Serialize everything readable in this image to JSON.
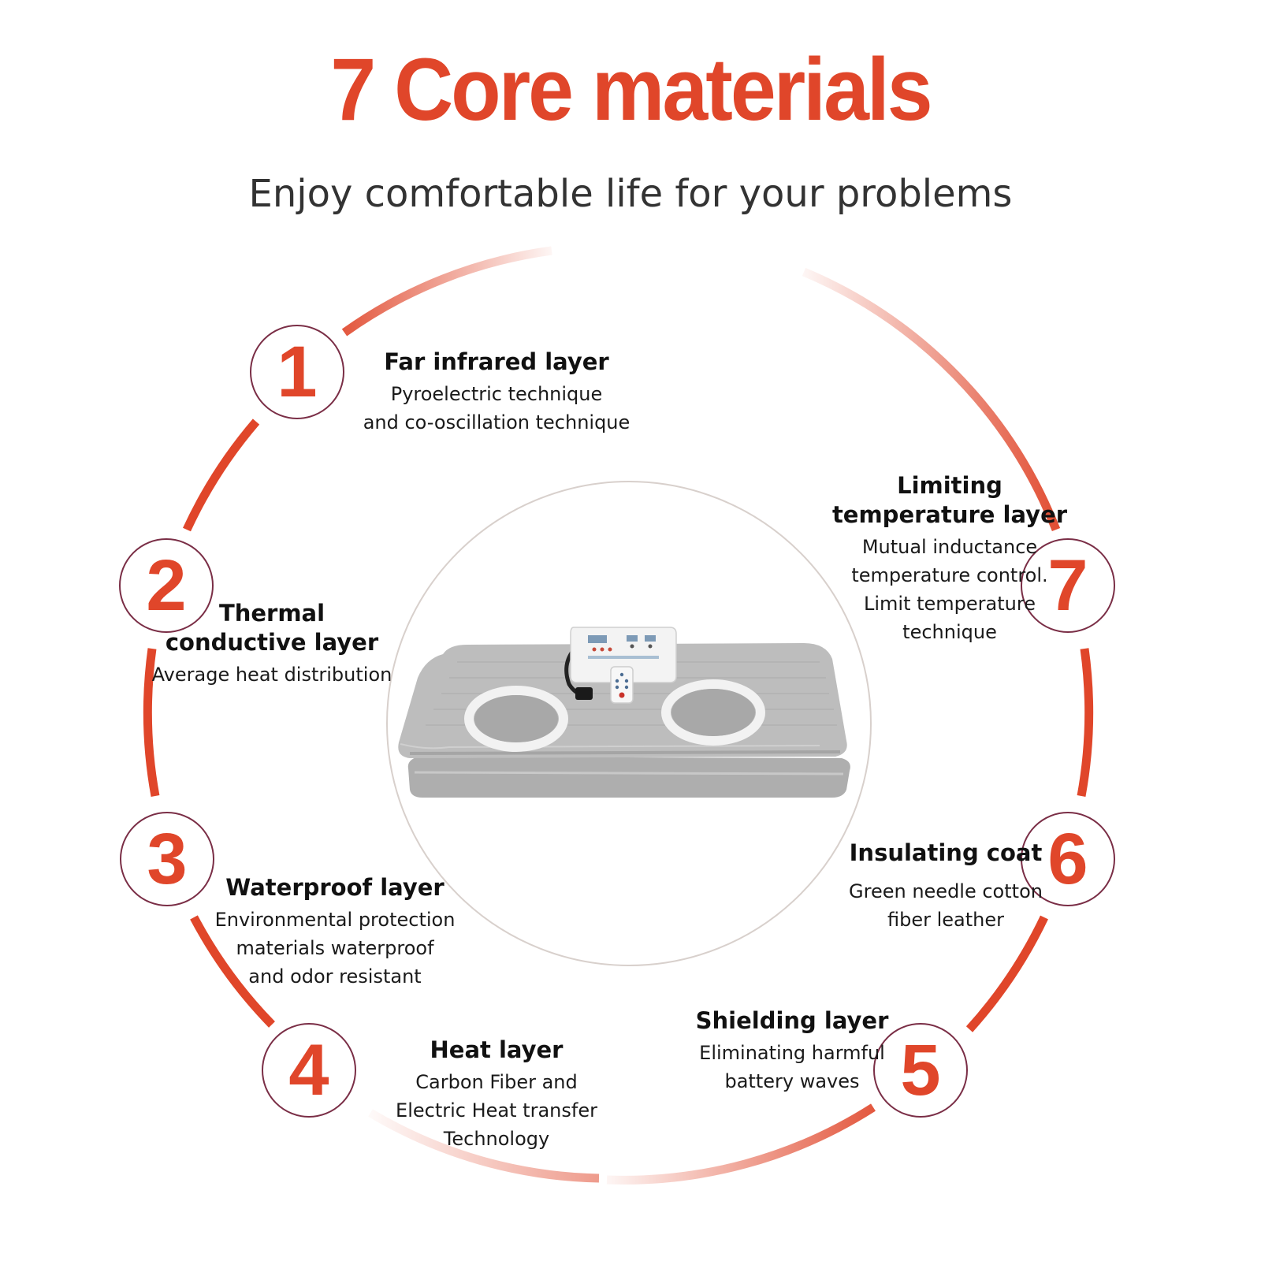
{
  "title": "7 Core materials",
  "subtitle": "Enjoy comfortable life for your problems",
  "colors": {
    "accent": "#e0462a",
    "circle_border": "#7a2e46",
    "text": "#111111",
    "product_gray": "#b9b9b9"
  },
  "product_image": "sauna-blanket-with-controller-and-remote",
  "layers": [
    {
      "number": "1",
      "heading": "Far infrared layer",
      "desc": [
        "Pyroelectric technique",
        "and co-oscillation technique"
      ]
    },
    {
      "number": "2",
      "heading": "Thermal\nconductive layer",
      "desc": [
        "Average heat distribution"
      ]
    },
    {
      "number": "3",
      "heading": "Waterproof layer",
      "desc": [
        "Environmental protection",
        "materials waterproof",
        "and odor resistant"
      ]
    },
    {
      "number": "4",
      "heading": "Heat layer",
      "desc": [
        "Carbon Fiber and",
        "Electric Heat transfer",
        "Technology"
      ]
    },
    {
      "number": "5",
      "heading": "Shielding layer",
      "desc": [
        "Eliminating harmful",
        "battery waves"
      ]
    },
    {
      "number": "6",
      "heading": "Insulating coat",
      "desc": [
        "Green needle cotton",
        "fiber leather"
      ]
    },
    {
      "number": "7",
      "heading": "Limiting\ntemperature layer",
      "desc": [
        "Mutual inductance",
        "temperature control.",
        "Limit temperature",
        "technique"
      ]
    }
  ]
}
